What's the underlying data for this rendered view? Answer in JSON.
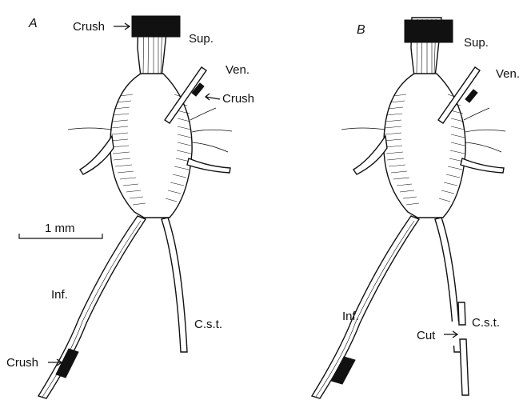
{
  "colors": {
    "ink": "#111111",
    "background": "#ffffff"
  },
  "panels": [
    {
      "id": "A",
      "letter": "A",
      "labels": {
        "sup": "Sup.",
        "ven": "Ven.",
        "inf": "Inf.",
        "cst": "C.s.t.",
        "crush_sup": "Crush",
        "crush_ven": "Crush",
        "crush_inf": "Crush"
      }
    },
    {
      "id": "B",
      "letter": "B",
      "labels": {
        "sup": "Sup.",
        "ven": "Ven.",
        "inf": "Inf.",
        "cst": "C.s.t.",
        "cut": "Cut"
      }
    }
  ],
  "scale_bar": {
    "label": "1 mm"
  }
}
